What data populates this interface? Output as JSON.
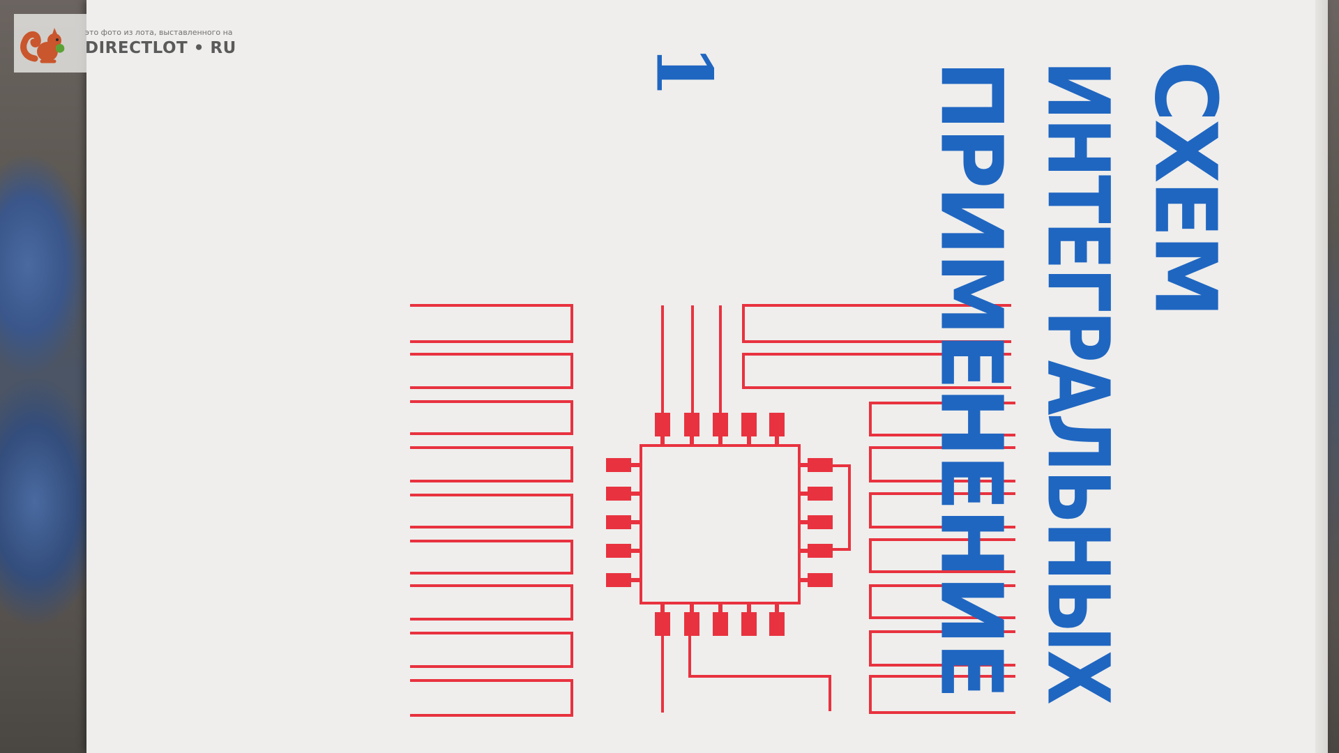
{
  "cover": {
    "title_lines": [
      "ПРИМЕНЕНИЕ",
      "ИНТЕГРАЛЬНЫХ",
      "СХЕМ"
    ],
    "volume": "1",
    "title_color": "#1f66c1",
    "circuit_color": "#e8323f",
    "cover_color": "#efeeec"
  },
  "watermark": {
    "caption": "это фото из лота, выставленного на",
    "brand": "DIRECTLOT • RU"
  },
  "icons": {
    "watermark_logo": "squirrel-icon",
    "cover_illustration": "integrated-circuit-icon"
  }
}
